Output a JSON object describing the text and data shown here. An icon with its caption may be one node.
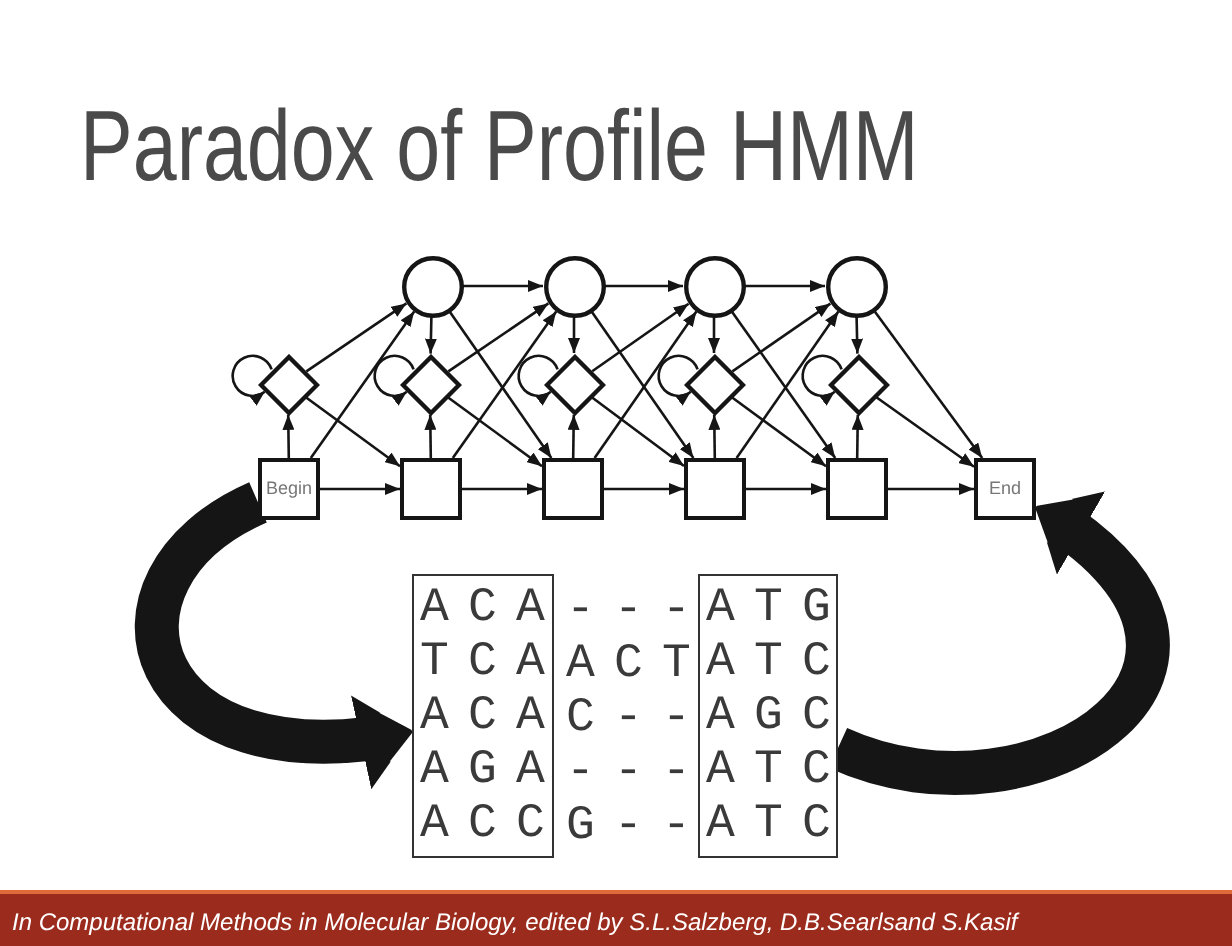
{
  "diagram": {
    "title": "Paradox of Profile HMM",
    "caption": "In Computational Methods in Molecular Biology, edited by S.L.Salzberg, D.B.Searlsand S.Kasif",
    "nodes": [
      {
        "text": [],
        "shape": "circle"
      },
      {
        "text": [],
        "shape": "circle"
      },
      {
        "text": [],
        "shape": "circle"
      },
      {
        "text": [],
        "shape": "circle"
      },
      {
        "text": [],
        "shape": "diamond"
      },
      {
        "text": [],
        "shape": "diamond"
      },
      {
        "text": [],
        "shape": "diamond"
      },
      {
        "text": [],
        "shape": "diamond"
      },
      {
        "text": [],
        "shape": "diamond"
      },
      {
        "text": [
          "Begin"
        ]
      },
      {
        "text": [],
        "shape": "box"
      },
      {
        "text": [],
        "shape": "box"
      },
      {
        "text": [],
        "shape": "box"
      },
      {
        "text": [],
        "shape": "box"
      },
      {
        "text": [
          "End"
        ]
      },
      {
        "text": [
          "A C A",
          "T C A",
          "A C A",
          "A G A",
          "A C C"
        ]
      },
      {
        "text": [
          "A T G",
          "A T C",
          "A G C",
          "A T C",
          "A T C"
        ]
      }
    ],
    "edges": [
      {
        "from": 9,
        "to": 10,
        "arrow": "to"
      },
      {
        "from": 9,
        "to": 4,
        "arrow": "to"
      },
      {
        "from": 9,
        "to": 0,
        "arrow": "to"
      },
      {
        "from": 4,
        "to": 4,
        "arrow": "to"
      },
      {
        "from": 4,
        "to": 10,
        "arrow": "to"
      },
      {
        "from": 4,
        "to": 0,
        "arrow": "to"
      },
      {
        "from": 10,
        "to": 11,
        "arrow": "to"
      },
      {
        "from": 10,
        "to": 5,
        "arrow": "to"
      },
      {
        "from": 10,
        "to": 1,
        "arrow": "to"
      },
      {
        "from": 5,
        "to": 5,
        "arrow": "to"
      },
      {
        "from": 5,
        "to": 11,
        "arrow": "to"
      },
      {
        "from": 5,
        "to": 1,
        "arrow": "to"
      },
      {
        "from": 0,
        "to": 1,
        "arrow": "to"
      },
      {
        "from": 0,
        "to": 5,
        "arrow": "to"
      },
      {
        "from": 0,
        "to": 11,
        "arrow": "to"
      },
      {
        "from": 11,
        "to": 12,
        "arrow": "to"
      },
      {
        "from": 11,
        "to": 6,
        "arrow": "to"
      },
      {
        "from": 11,
        "to": 2,
        "arrow": "to"
      },
      {
        "from": 6,
        "to": 6,
        "arrow": "to"
      },
      {
        "from": 6,
        "to": 12,
        "arrow": "to"
      },
      {
        "from": 6,
        "to": 2,
        "arrow": "to"
      },
      {
        "from": 1,
        "to": 2,
        "arrow": "to"
      },
      {
        "from": 1,
        "to": 6,
        "arrow": "to"
      },
      {
        "from": 1,
        "to": 12,
        "arrow": "to"
      },
      {
        "from": 12,
        "to": 13,
        "arrow": "to"
      },
      {
        "from": 12,
        "to": 7,
        "arrow": "to"
      },
      {
        "from": 12,
        "to": 3,
        "arrow": "to"
      },
      {
        "from": 7,
        "to": 7,
        "arrow": "to"
      },
      {
        "from": 7,
        "to": 13,
        "arrow": "to"
      },
      {
        "from": 7,
        "to": 3,
        "arrow": "to"
      },
      {
        "from": 2,
        "to": 3,
        "arrow": "to"
      },
      {
        "from": 2,
        "to": 7,
        "arrow": "to"
      },
      {
        "from": 2,
        "to": 13,
        "arrow": "to"
      },
      {
        "from": 13,
        "to": 14,
        "arrow": "to"
      },
      {
        "from": 13,
        "to": 8,
        "arrow": "to"
      },
      {
        "from": 8,
        "to": 8,
        "arrow": "to"
      },
      {
        "from": 8,
        "to": 14,
        "arrow": "to"
      },
      {
        "from": 3,
        "to": 8,
        "arrow": "to"
      },
      {
        "from": 3,
        "to": 14,
        "arrow": "to"
      },
      {
        "from": 9,
        "to": 15,
        "arrow": "to",
        "style": "thick"
      },
      {
        "from": 16,
        "to": 14,
        "arrow": "to",
        "style": "thick"
      }
    ],
    "labels": [
      "- - -",
      "A C T",
      "C - -",
      "- - -",
      "G - -"
    ]
  }
}
